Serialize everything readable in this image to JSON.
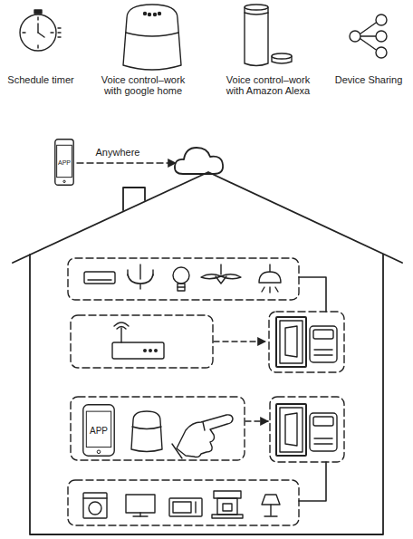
{
  "diagram": {
    "nodes": [
      {
        "text": [
          "APP"
        ]
      },
      {
        "text": [
          "APP"
        ]
      }
    ],
    "labels": [
      "Schedule timer",
      "Voice control–work with google home",
      "Voice control–work with Amazon Alexa",
      "Device Sharing",
      "Anywhere"
    ]
  }
}
